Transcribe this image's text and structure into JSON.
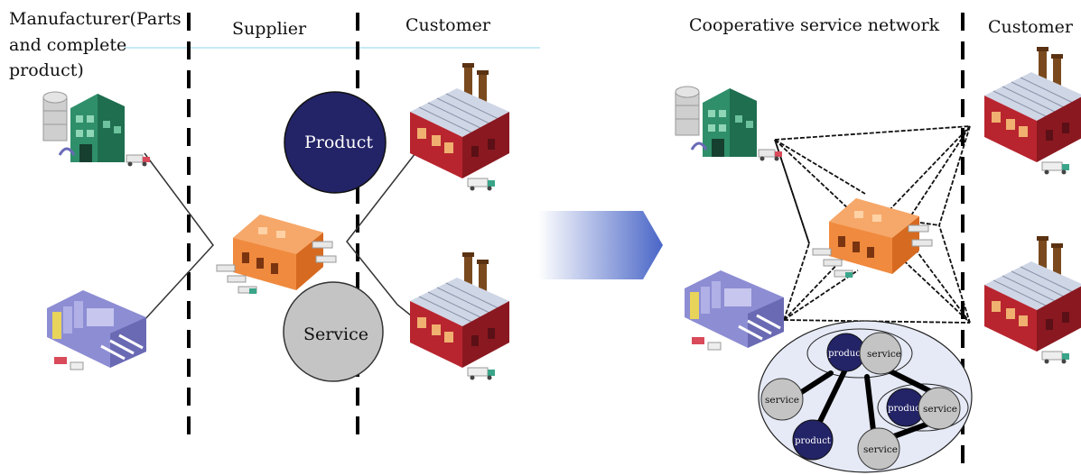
{
  "labels": {
    "manufacturer_line1": "Manufacturer(Parts",
    "manufacturer_line2": "and complete",
    "manufacturer_line3": "product)",
    "supplier": "Supplier",
    "customer_left": "Customer",
    "network": "Cooperative service network",
    "customer_right": "Customer"
  },
  "bubbles": {
    "product": "Product",
    "service": "Service"
  },
  "cluster": {
    "product_top": "product",
    "service_top": "service",
    "service_left": "service",
    "product_mid": "product",
    "service_mid": "service",
    "product_bottom": "product",
    "service_bottom": "service"
  },
  "colors": {
    "product": "#232367",
    "service": "#c4c4c4",
    "cluster_bg": "#e6eaf6",
    "arrow": "#4a66c7",
    "guide": "#8fd3ea"
  }
}
